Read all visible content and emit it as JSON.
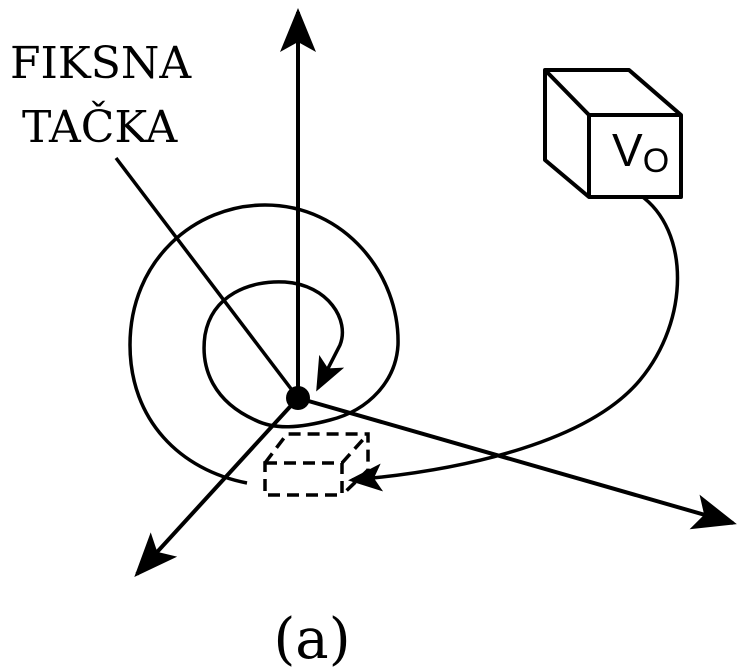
{
  "labels": {
    "fixed_point_line1": "FIKSNA",
    "fixed_point_line2": "TAČKA",
    "cube": "V",
    "cube_subscript": "O",
    "caption": "(a)"
  },
  "colors": {
    "stroke": "#000000",
    "background": "#ffffff"
  }
}
